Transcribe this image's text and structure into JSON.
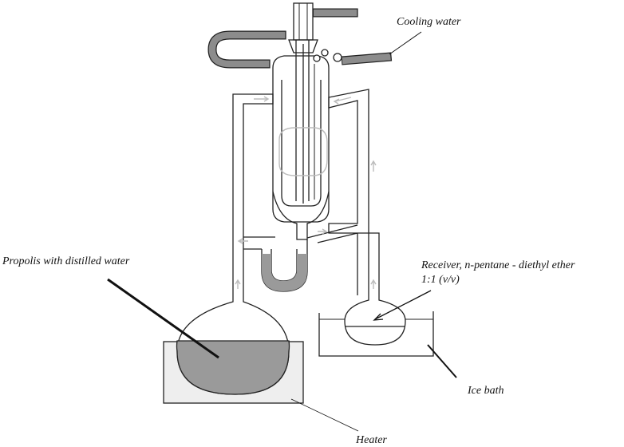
{
  "labels": {
    "cooling_water": "Cooling water",
    "propolis": "Propolis with distilled water",
    "receiver_line1": "Receiver, n-pentane - diethyl ether",
    "receiver_line2": "1:1 (v/v)",
    "ice_bath": "Ice bath",
    "heater": "Heater"
  },
  "colors": {
    "glass_outline": "#222222",
    "hose": "#8c8c8c",
    "propolis_liquid": "#9a9a9a",
    "heater_fill": "#eeeeee",
    "flow_arrows": "#bcbcbc",
    "receiver_liquid": "#ffffff"
  }
}
